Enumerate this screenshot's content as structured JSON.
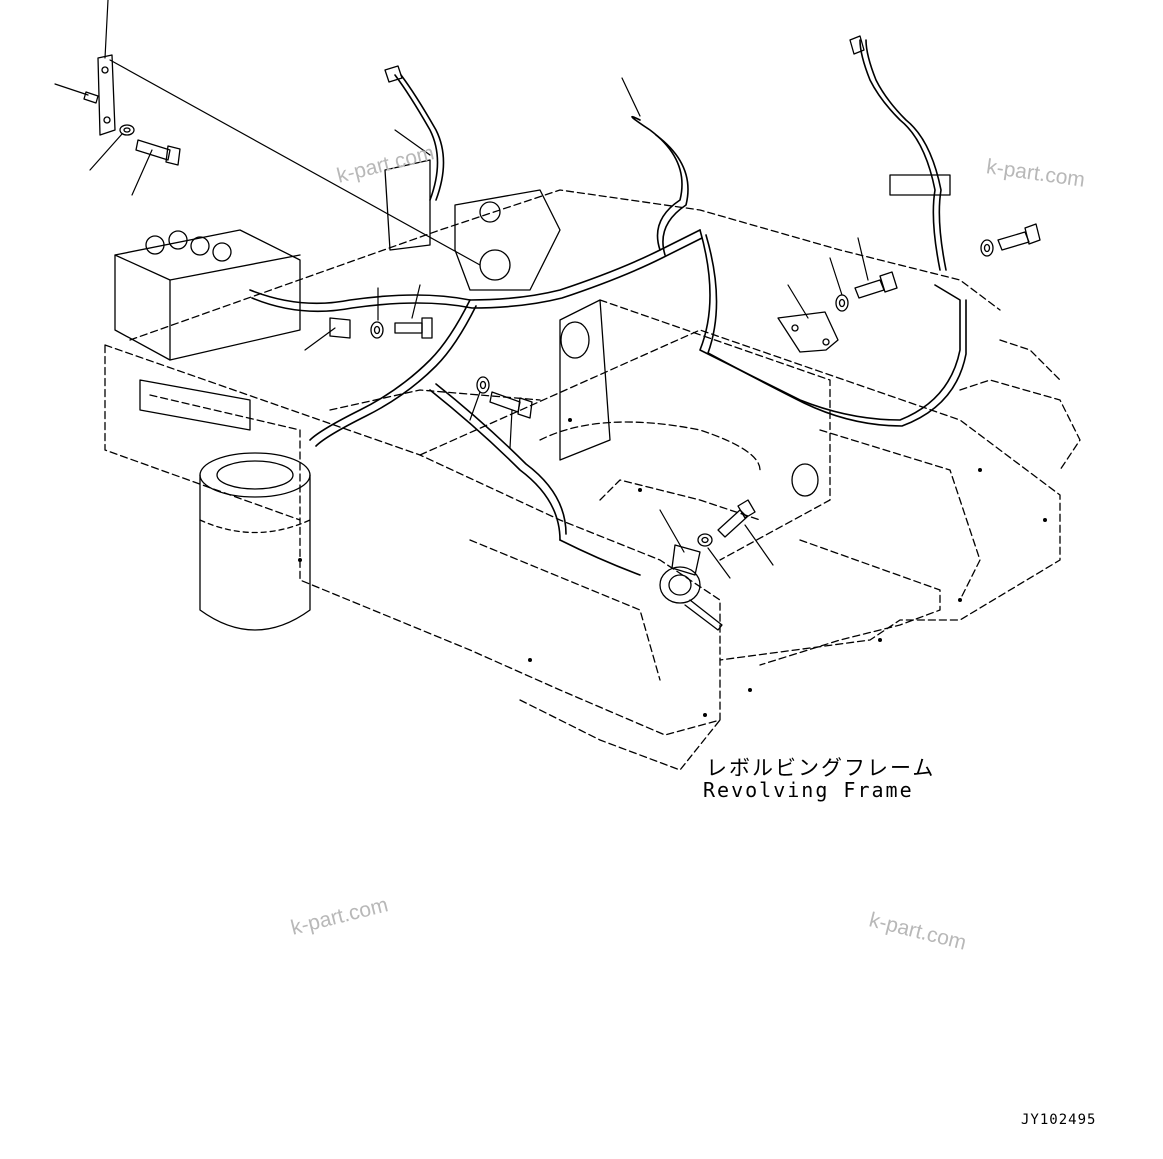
{
  "labels": {
    "frame_jp": "レボルビングフレーム",
    "frame_en": "Revolving Frame"
  },
  "watermarks": [
    "k-part.com",
    "k-part.com",
    "k-part.com",
    "k-part.com"
  ],
  "drawing_number": "JY102495",
  "colors": {
    "line": "#000000",
    "watermark": "#b8b8b8",
    "background": "#ffffff"
  }
}
